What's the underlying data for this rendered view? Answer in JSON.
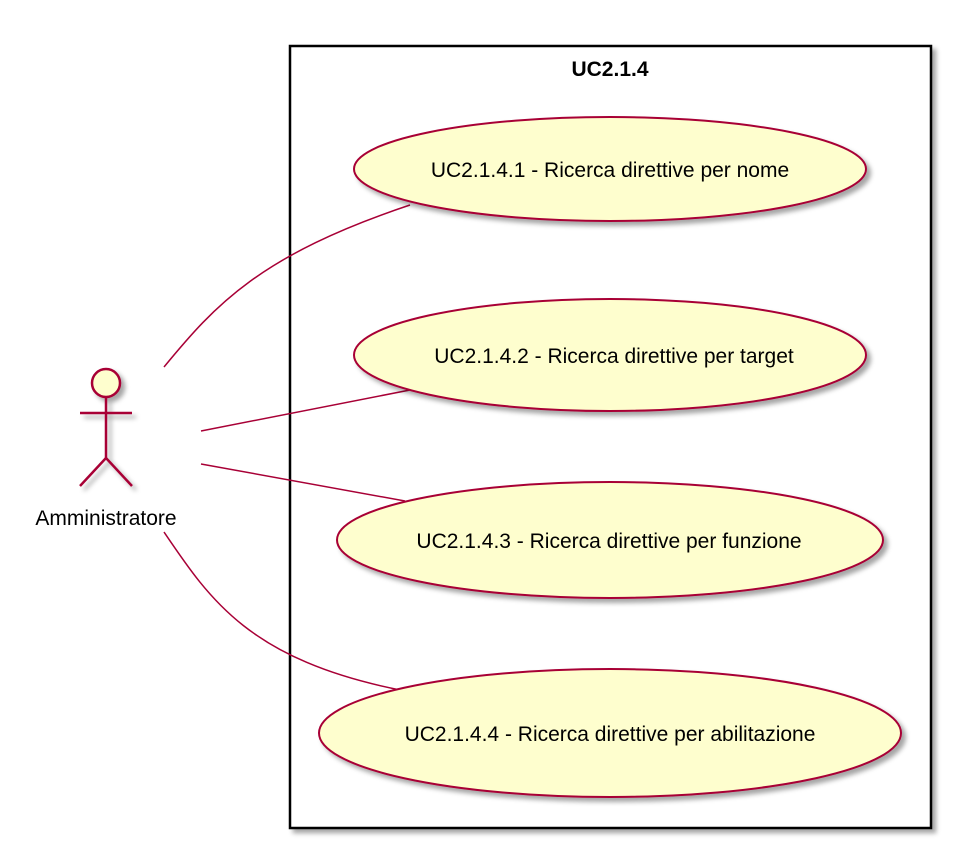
{
  "system": {
    "title": "UC2.1.4"
  },
  "actor": {
    "name": "Amministratore"
  },
  "use_cases": [
    {
      "label": "UC2.1.4.1 - Ricerca direttive per nome"
    },
    {
      "label": "UC2.1.4.2 - Ricerca direttive per target"
    },
    {
      "label": "UC2.1.4.3 - Ricerca direttive per funzione"
    },
    {
      "label": "UC2.1.4.4 - Ricerca direttive per abilitazione"
    }
  ],
  "colors": {
    "actor_fill": "#FEFECE",
    "actor_stroke": "#A80036",
    "usecase_fill": "#FEFECE",
    "usecase_stroke": "#A80036",
    "connector": "#A80036",
    "boundary": "#000000",
    "shadow": "#c8c8c8"
  }
}
